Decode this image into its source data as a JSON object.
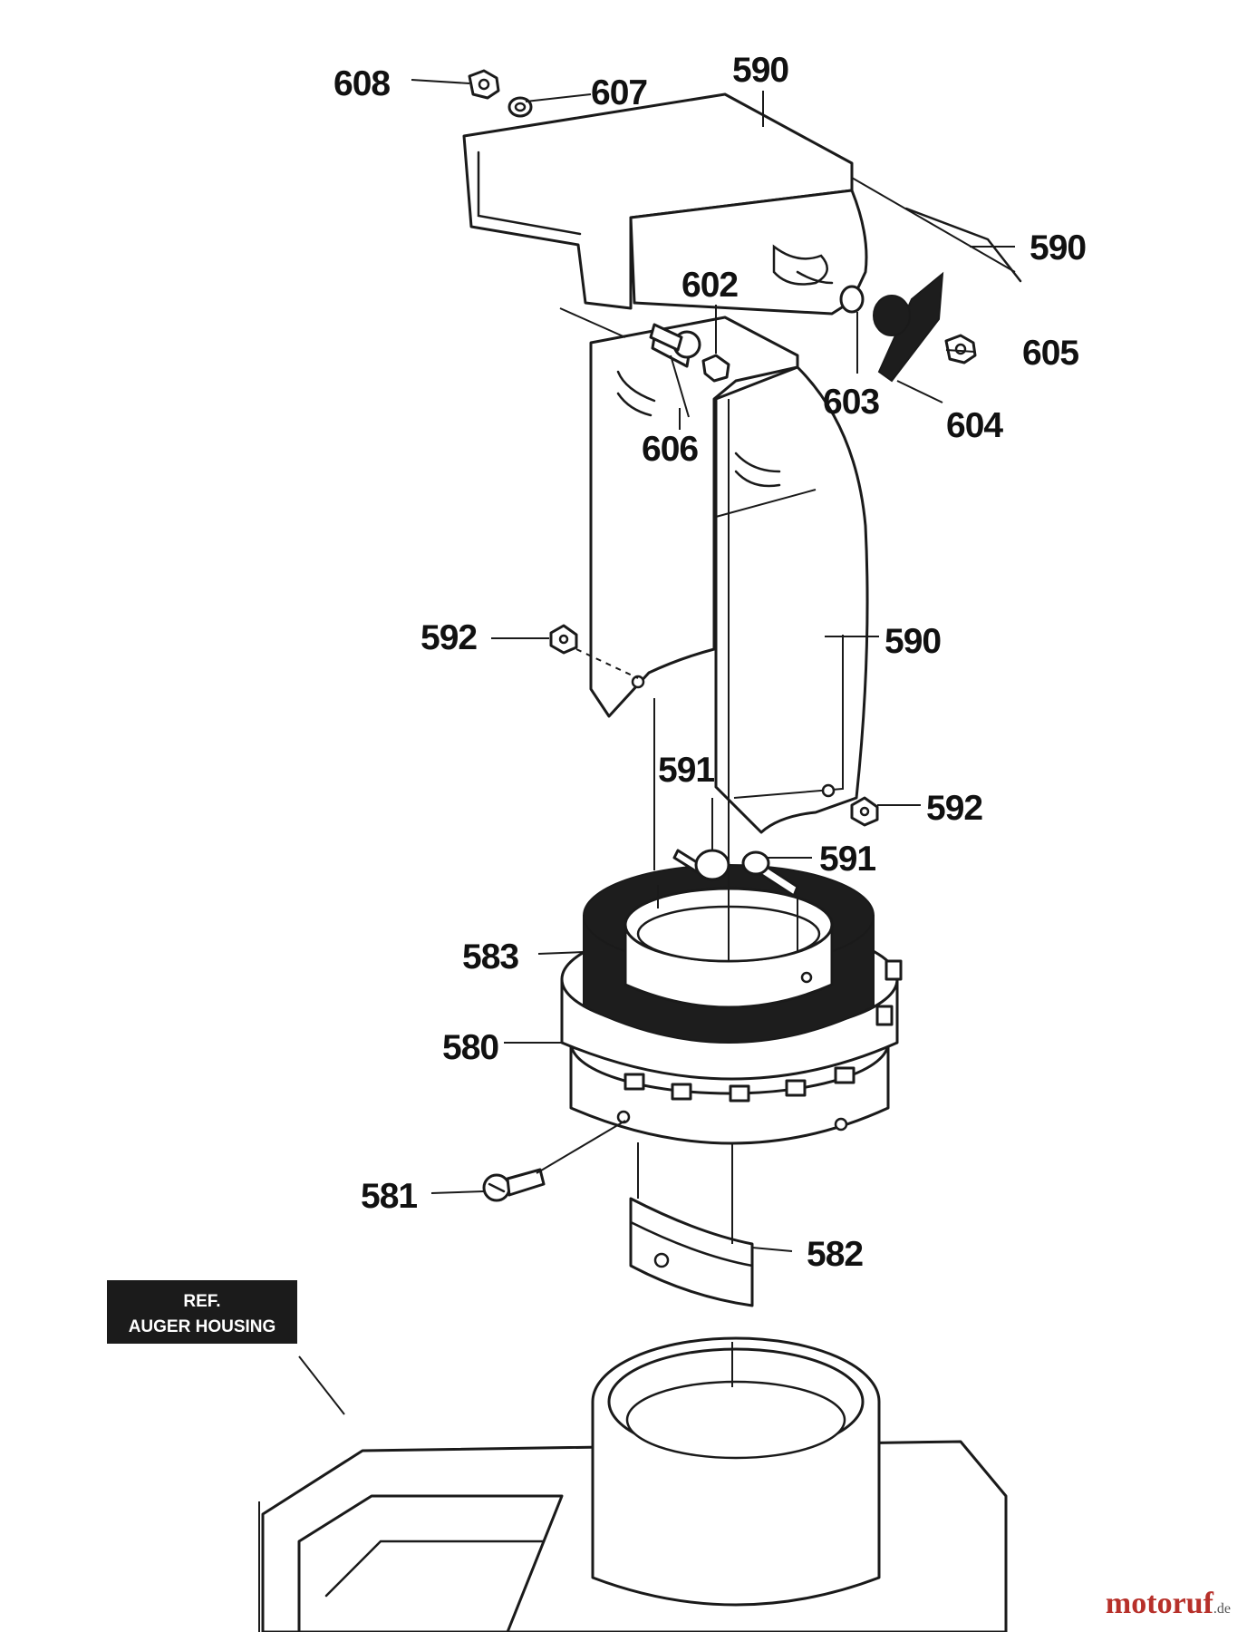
{
  "labels": {
    "p608": "608",
    "p607": "607",
    "p590_top": "590",
    "p590_rod": "590",
    "p602": "602",
    "p605": "605",
    "p603": "603",
    "p604": "604",
    "p606": "606",
    "p592_left": "592",
    "p590_side": "590",
    "p591_upper": "591",
    "p592_right": "592",
    "p591_lower": "591",
    "p583": "583",
    "p580": "580",
    "p581": "581",
    "p582": "582"
  },
  "reference": {
    "line1": "REF.",
    "line2": "AUGER HOUSING"
  },
  "watermark": {
    "brand": "motoruf",
    "tld": ".de"
  },
  "colors": {
    "line": "#1a1a1a",
    "background": "#ffffff",
    "ref_box": "#1b1b1b",
    "watermark": "#b7302a"
  }
}
